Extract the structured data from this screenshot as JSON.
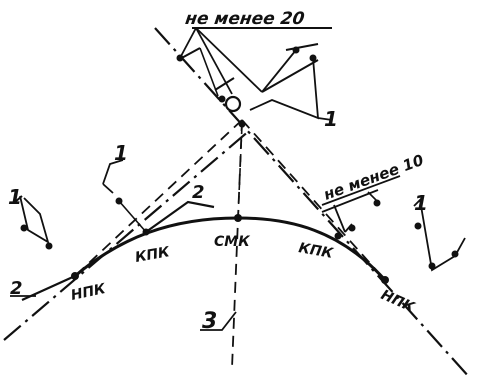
{
  "labels": {
    "top_distance": "не менее 20",
    "side_distance": "не менее 10",
    "callout_1": "1",
    "callout_2": "2",
    "callout_3": "3",
    "npk": "НПК",
    "kpk": "КПК",
    "smk": "СМК"
  },
  "colors": {
    "ink": "#111111",
    "paper": "#ffffff"
  }
}
